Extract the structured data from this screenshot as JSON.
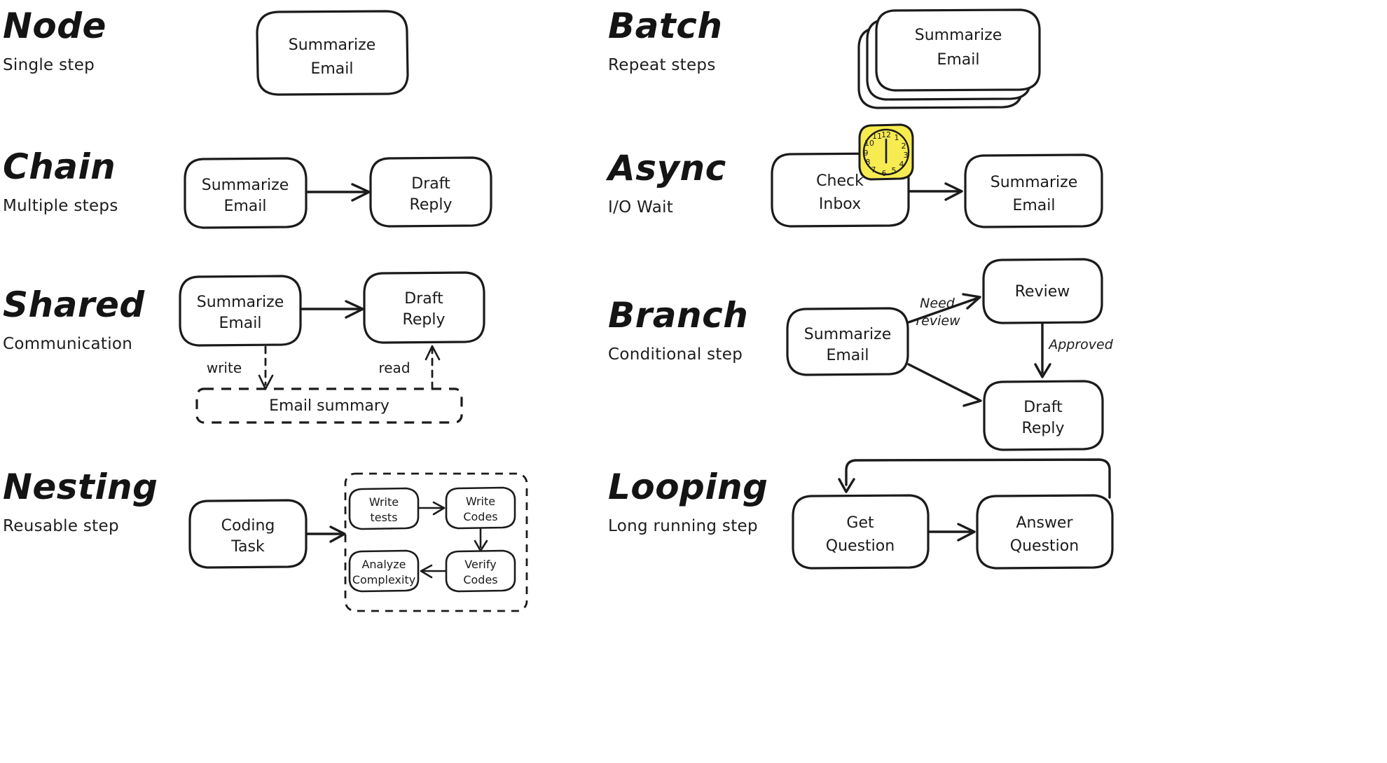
{
  "meta": {
    "background": "#ffffff",
    "ink": "#1b1b1b",
    "accent_yellow": "#f7eb52"
  },
  "sections": [
    {
      "id": "node",
      "title": "Node",
      "subtitle": "Single step",
      "nodes": [
        {
          "id": "n1",
          "label_line1": "Summarize",
          "label_line2": "Email"
        }
      ],
      "edges": []
    },
    {
      "id": "batch",
      "title": "Batch",
      "subtitle": "Repeat steps",
      "stack_count": 3,
      "nodes": [
        {
          "id": "b1",
          "label_line1": "Summarize",
          "label_line2": "Email"
        }
      ],
      "edges": []
    },
    {
      "id": "chain",
      "title": "Chain",
      "subtitle": "Multiple steps",
      "nodes": [
        {
          "id": "c1",
          "label_line1": "Summarize",
          "label_line2": "Email"
        },
        {
          "id": "c2",
          "label_line1": "Draft",
          "label_line2": "Reply"
        }
      ],
      "edges": [
        {
          "from": "c1",
          "to": "c2",
          "label": "",
          "style": "solid"
        }
      ]
    },
    {
      "id": "async",
      "title": "Async",
      "subtitle": "I/O Wait",
      "icon": "clock-icon",
      "nodes": [
        {
          "id": "a1",
          "label_line1": "Check",
          "label_line2": "Inbox"
        },
        {
          "id": "a2",
          "label_line1": "Summarize",
          "label_line2": "Email"
        }
      ],
      "edges": [
        {
          "from": "a1",
          "to": "a2",
          "label": "",
          "style": "solid"
        }
      ]
    },
    {
      "id": "shared",
      "title": "Shared",
      "subtitle": "Communication",
      "nodes": [
        {
          "id": "s1",
          "label_line1": "Summarize",
          "label_line2": "Email"
        },
        {
          "id": "s2",
          "label_line1": "Draft",
          "label_line2": "Reply"
        },
        {
          "id": "s3",
          "label_line1": "Email summary",
          "label_line2": "",
          "style": "dashed"
        }
      ],
      "edges": [
        {
          "from": "s1",
          "to": "s2",
          "label": "",
          "style": "solid"
        },
        {
          "from": "s1",
          "to": "s3",
          "label": "write",
          "style": "dashed"
        },
        {
          "from": "s3",
          "to": "s2",
          "label": "read",
          "style": "dashed"
        }
      ]
    },
    {
      "id": "branch",
      "title": "Branch",
      "subtitle": "Conditional step",
      "nodes": [
        {
          "id": "br1",
          "label_line1": "Summarize",
          "label_line2": "Email"
        },
        {
          "id": "br2",
          "label_line1": "Review",
          "label_line2": ""
        },
        {
          "id": "br3",
          "label_line1": "Draft",
          "label_line2": "Reply"
        }
      ],
      "edges": [
        {
          "from": "br1",
          "to": "br2",
          "label_line1": "Need",
          "label_line2": "review",
          "style": "solid"
        },
        {
          "from": "br2",
          "to": "br3",
          "label_line1": "Approved",
          "label_line2": "",
          "style": "solid"
        },
        {
          "from": "br1",
          "to": "br3",
          "label_line1": "",
          "label_line2": "",
          "style": "solid"
        }
      ]
    },
    {
      "id": "nesting",
      "title": "Nesting",
      "subtitle": "Reusable step",
      "nodes": [
        {
          "id": "ns1",
          "label_line1": "Coding",
          "label_line2": "Task"
        },
        {
          "id": "ns2",
          "label_line1": "Write",
          "label_line2": "tests"
        },
        {
          "id": "ns3",
          "label_line1": "Write",
          "label_line2": "Codes"
        },
        {
          "id": "ns4",
          "label_line1": "Verify",
          "label_line2": "Codes"
        },
        {
          "id": "ns5",
          "label_line1": "Analyze",
          "label_line2": "Complexity"
        }
      ],
      "edges": [
        {
          "from": "ns1",
          "to": "ns2",
          "label": "",
          "style": "solid"
        },
        {
          "from": "ns2",
          "to": "ns3",
          "label": "",
          "style": "solid"
        },
        {
          "from": "ns3",
          "to": "ns4",
          "label": "",
          "style": "solid"
        },
        {
          "from": "ns4",
          "to": "ns5",
          "label": "",
          "style": "solid"
        }
      ]
    },
    {
      "id": "looping",
      "title": "Looping",
      "subtitle": "Long running step",
      "nodes": [
        {
          "id": "lp1",
          "label_line1": "Get",
          "label_line2": "Question"
        },
        {
          "id": "lp2",
          "label_line1": "Answer",
          "label_line2": "Question"
        }
      ],
      "edges": [
        {
          "from": "lp1",
          "to": "lp2",
          "label": "",
          "style": "solid"
        },
        {
          "from": "lp2",
          "to": "lp1",
          "label": "",
          "style": "solid-loopback"
        }
      ]
    }
  ],
  "clock": {
    "numbers": [
      "12",
      "1",
      "2",
      "3",
      "4",
      "5",
      "6",
      "7",
      "8",
      "9",
      "10",
      "11"
    ],
    "hour_hand": "12",
    "minute_hand": "3"
  }
}
